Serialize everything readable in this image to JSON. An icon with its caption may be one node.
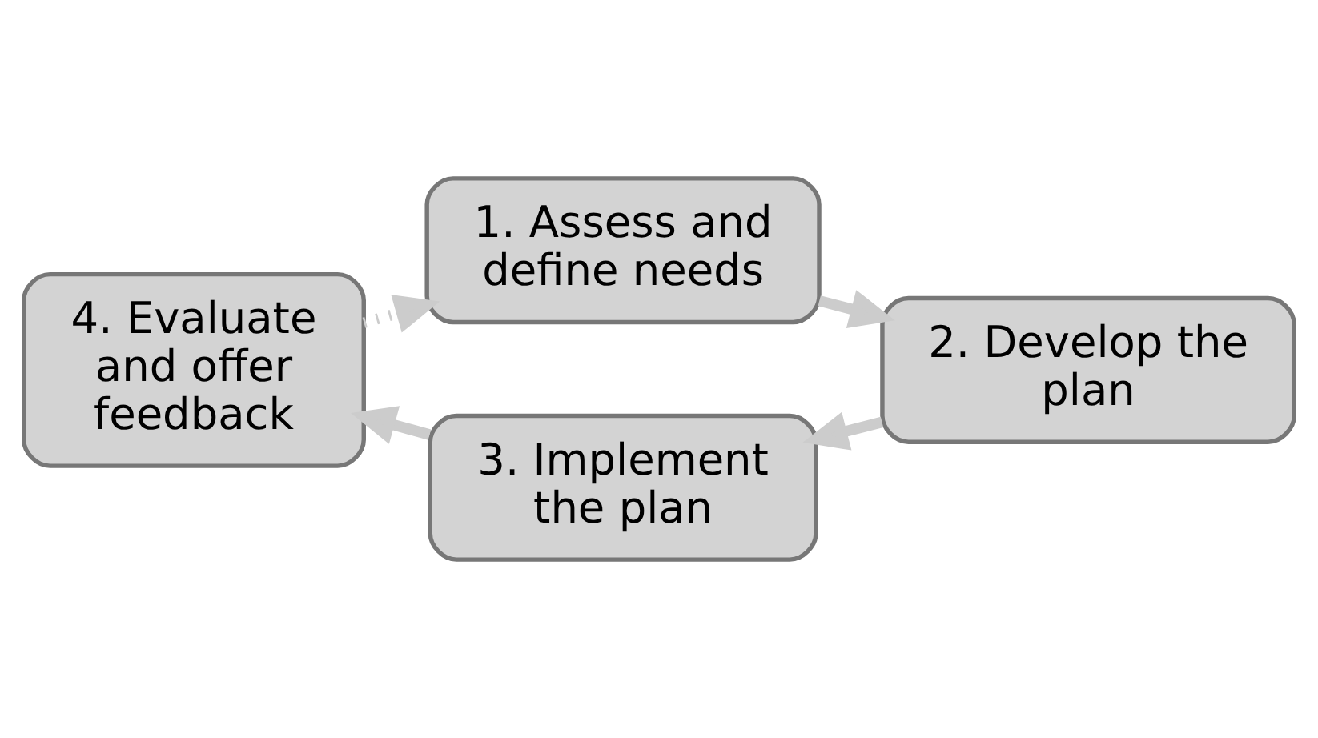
{
  "diagram": {
    "nodes": [
      {
        "text": [
          "1. Assess and define needs"
        ]
      },
      {
        "text": [
          "2. Develop the plan"
        ]
      },
      {
        "text": [
          "3. Implement the plan"
        ]
      },
      {
        "text": [
          "4. Evaluate and offer feedback"
        ]
      }
    ],
    "edges": [
      {
        "from": 0,
        "to": 1,
        "arrow": "to"
      },
      {
        "from": 1,
        "to": 2,
        "arrow": "to"
      },
      {
        "from": 2,
        "to": 3,
        "arrow": "to"
      },
      {
        "from": 3,
        "to": 0,
        "arrow": "to",
        "style": "dashed"
      }
    ]
  }
}
